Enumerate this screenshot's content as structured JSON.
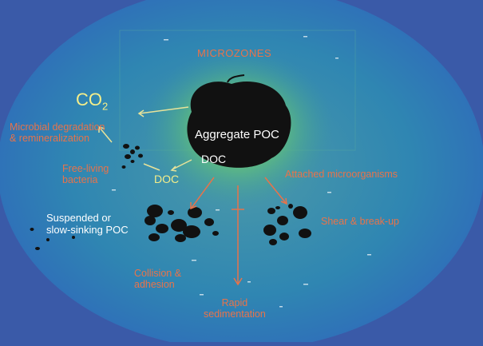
{
  "diagram": {
    "title": "MICROZONES",
    "center_label": "Aggregate POC",
    "doc_inner": "DOC",
    "doc_outer": "DOC",
    "co2": "CO",
    "co2_sub": "2",
    "microbial": [
      "Microbial degradation",
      "& remineralization"
    ],
    "free_living": [
      "Free-living",
      "bacteria"
    ],
    "attached": "Attached microorganisms",
    "suspended": [
      "Suspended or",
      "slow-sinking POC"
    ],
    "shear": "Shear & break-up",
    "coalescence": [
      "Collision &",
      "adhesion"
    ],
    "rapid": [
      "Rapid",
      "sedimentation"
    ]
  },
  "colors": {
    "background": "#3a5aa8",
    "ocean": "#2e82b0",
    "glow": "#6fcf6a",
    "orange_text": "#e8734a",
    "yellow_text": "#f4ee8a",
    "particle": "#111111"
  }
}
